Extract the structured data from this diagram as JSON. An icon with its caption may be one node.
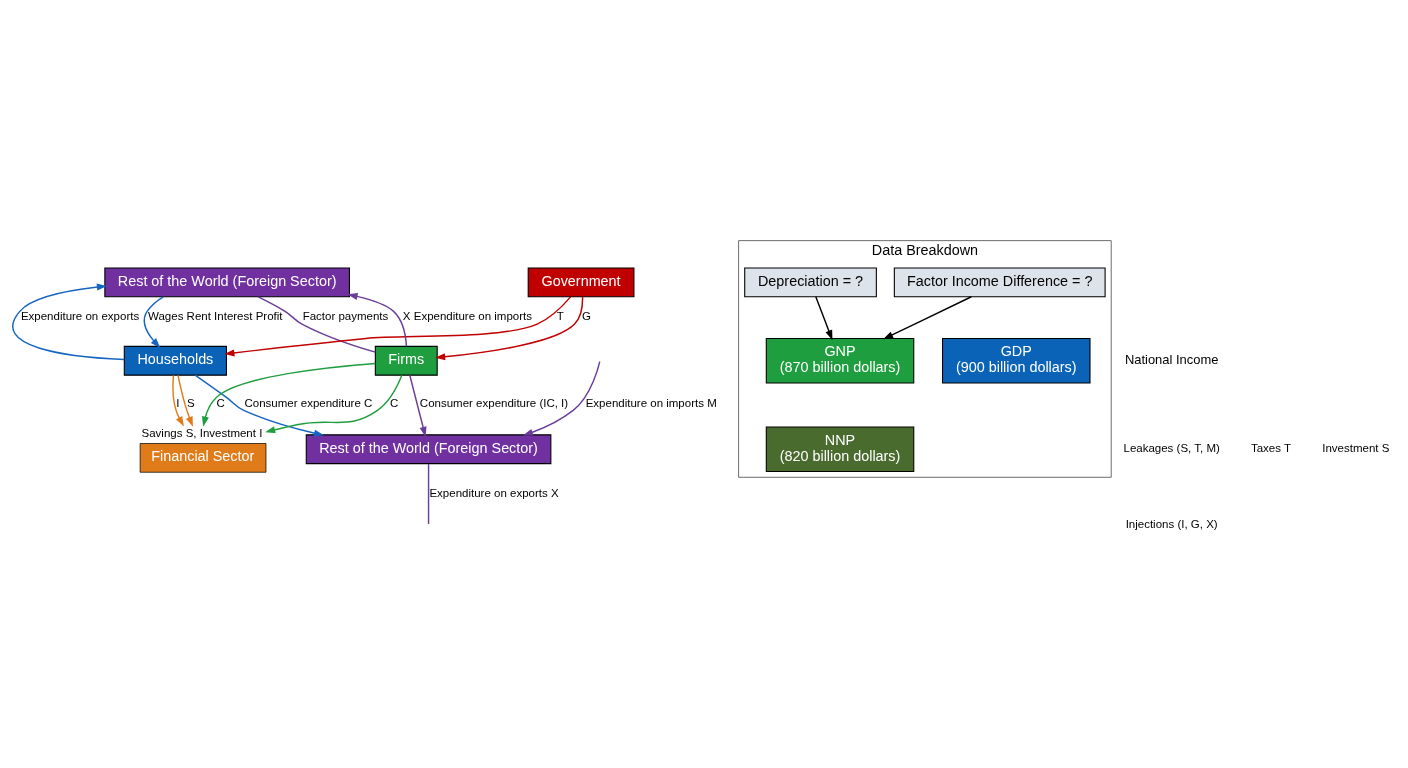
{
  "diagram": {
    "nodes": [
      {
        "text": [
          "Rest of the World (Foreign Sector)"
        ]
      },
      {
        "text": [
          "Government"
        ]
      },
      {
        "text": [
          "Households"
        ]
      },
      {
        "text": [
          "Firms"
        ]
      },
      {
        "text": [
          "Financial Sector"
        ],
        "beside": [
          "Savings S, Investment I"
        ]
      },
      {
        "text": [
          "Rest of the World (Foreign Sector)"
        ]
      },
      {
        "text": [
          "Data Breakdown"
        ]
      },
      {
        "text": [
          "GDP",
          "(900 billion dollars)"
        ],
        "in": 6
      },
      {
        "text": [
          "GNP",
          "(870 billion dollars)"
        ],
        "in": 6
      },
      {
        "text": [
          "NNP",
          "(820 billion dollars)"
        ],
        "in": 6
      },
      {
        "text": [
          "Factor Income Difference = ?"
        ],
        "in": 6
      },
      {
        "text": [
          "Depreciation = ?"
        ],
        "in": 6
      }
    ],
    "edges": [
      {
        "from": 0,
        "to": 2,
        "arrow": "to",
        "label": "Wages Rent Interest Profit",
        "color": "#1565c0"
      },
      {
        "from": 2,
        "to": 0,
        "arrow": "to",
        "label": "Expenditure on exports",
        "color": "#1565c0"
      },
      {
        "from": 3,
        "to": 0,
        "arrow": "to",
        "label": "X Expenditure on imports",
        "color": "#6a3d9a"
      },
      {
        "from": 0,
        "to": 3,
        "arrow": "none",
        "label": "Factor payments",
        "color": "#6a3d9a"
      },
      {
        "from": 1,
        "to": 2,
        "arrow": "to",
        "label": "T",
        "color": "#c00000"
      },
      {
        "from": 1,
        "to": 3,
        "arrow": "to",
        "label": "G",
        "color": "#c00000"
      },
      {
        "from": 2,
        "to": 4,
        "arrow": "to",
        "label": "S",
        "color": "#e07b1a"
      },
      {
        "from": 2,
        "to": 4,
        "arrow": "to",
        "label": "I",
        "color": "#e07b1a"
      },
      {
        "from": 3,
        "to": 4,
        "arrow": "to",
        "label": "C",
        "color": "#1e9e3e"
      },
      {
        "from": 3,
        "to": 4,
        "arrow": "to",
        "label": "C",
        "color": "#1e9e3e"
      },
      {
        "from": 2,
        "to": 5,
        "arrow": "to",
        "label": "Consumer expenditure C",
        "color": "#1565c0"
      },
      {
        "from": 3,
        "to": 5,
        "arrow": "to",
        "label": "Consumer expenditure (IC, I)",
        "color": "#6a3d9a"
      },
      {
        "from": null,
        "to": 5,
        "arrow": "to",
        "label": "Expenditure on imports M",
        "color": "#6a3d9a"
      },
      {
        "from": 5,
        "to": null,
        "arrow": "none",
        "label": "Expenditure on exports X",
        "color": "#6a3d9a"
      },
      {
        "from": 10,
        "to": 8,
        "arrow": "to",
        "color": "#000000"
      },
      {
        "from": 11,
        "to": 8,
        "arrow": "to",
        "color": "#000000"
      }
    ],
    "labels": [
      "National Income",
      "Leakages (S, T, M)",
      "Injections (I, G, X)",
      "Taxes T",
      "Investment S"
    ]
  }
}
